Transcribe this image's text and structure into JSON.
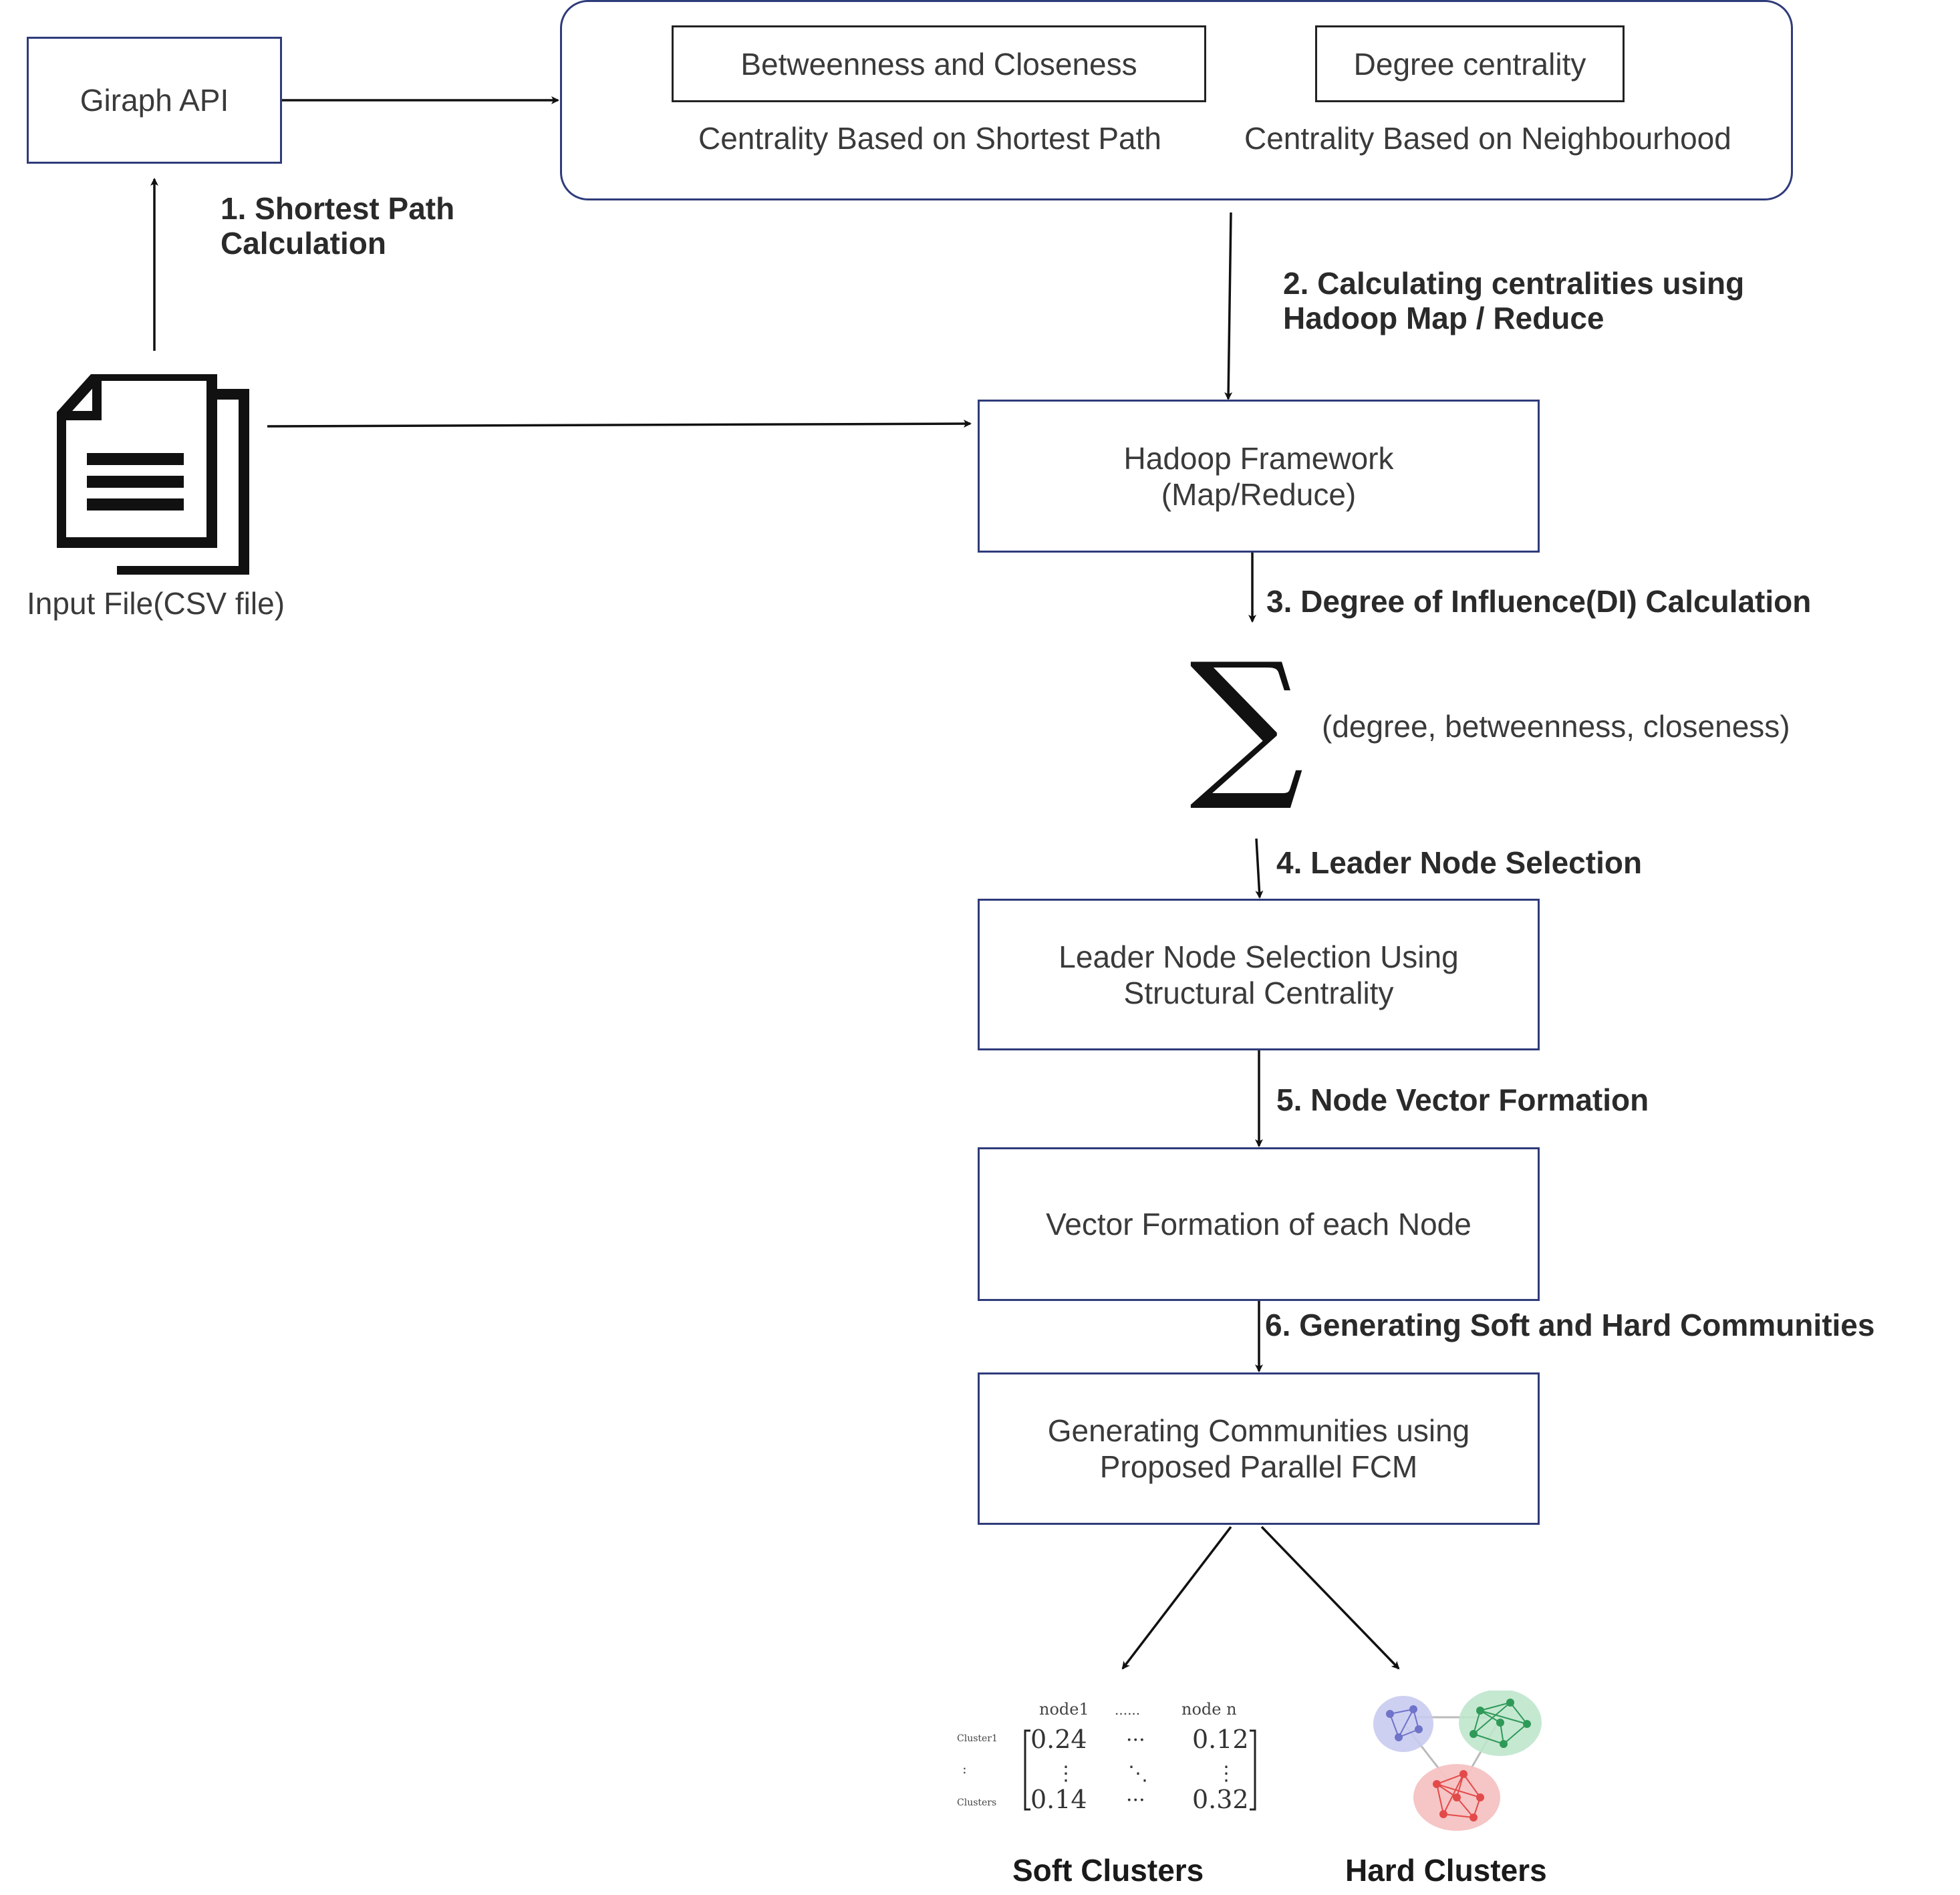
{
  "giraph": {
    "label": "Giraph API"
  },
  "centrality_panel": {
    "betweenness_label": "Betweenness and Closeness",
    "degree_label": "Degree centrality",
    "shortest_path_caption": "Centrality Based on Shortest Path",
    "neighbourhood_caption": "Centrality Based on Neighbourhood"
  },
  "input_file": {
    "label": "Input File(CSV file)",
    "icon": "document-icon"
  },
  "steps": {
    "s1": "1. Shortest Path\n    Calculation",
    "s2": "2.  Calculating centralities using\n       Hadoop Map / Reduce",
    "s3": "3. Degree of Influence(DI) Calculation",
    "s4": "4.  Leader Node Selection",
    "s5": "5. Node Vector Formation",
    "s6": "6. Generating Soft and Hard Communities"
  },
  "boxes": {
    "hadoop": "Hadoop Framework\n(Map/Reduce)",
    "leader": "Leader Node Selection Using\nStructural Centrality",
    "vector": "Vector Formation of each Node",
    "fcm": "Generating Communities using\nProposed Parallel FCM"
  },
  "sum": {
    "symbol": "∑",
    "args": "(degree, betweenness, closeness)"
  },
  "matrix": {
    "col1": "node1",
    "col_dots": "......",
    "coln": "node n",
    "row1": "Cluster1",
    "row_dots": ":",
    "rown": "Clusters",
    "v11": "0.24",
    "v1n": "0.12",
    "vn1": "0.14",
    "vnn": "0.32",
    "hdots": "···",
    "vdots": "⋮",
    "ddots": "⋱"
  },
  "outputs": {
    "soft": "Soft Clusters",
    "hard": "Hard Clusters"
  },
  "colors": {
    "box_border": "#2f3b7a",
    "blue_cluster": "#8c8fd6",
    "green_cluster": "#3fae6a",
    "red_cluster": "#e34a4a"
  }
}
